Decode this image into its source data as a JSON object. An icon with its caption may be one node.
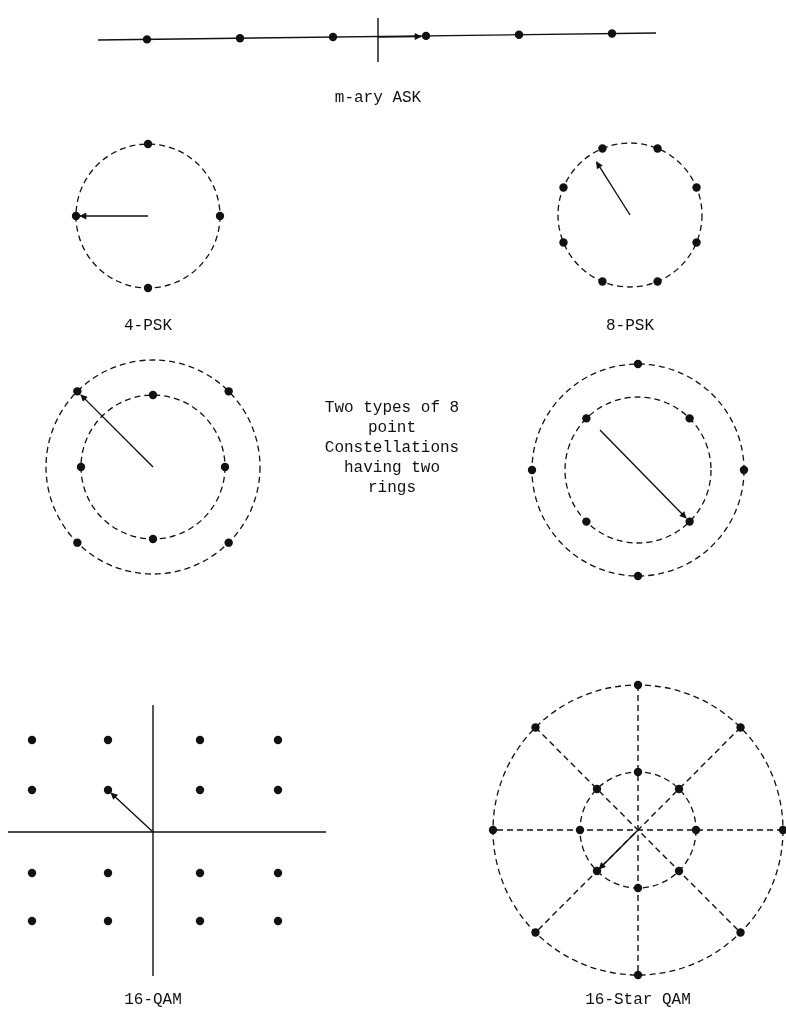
{
  "diagram": {
    "labels": [
      "m-ary ASK",
      "4-PSK",
      "8-PSK",
      "Two types of 8 point Constellations having two rings",
      "16-QAM",
      "16-Star QAM"
    ]
  }
}
